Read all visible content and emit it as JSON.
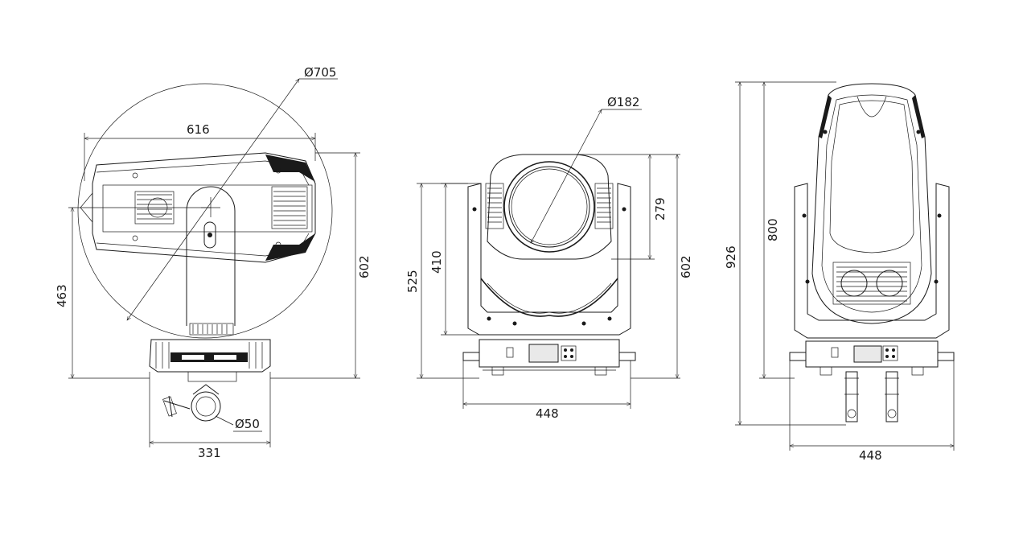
{
  "views": {
    "side": {
      "sweep_diameter": "Ø705",
      "head_length": "616",
      "total_height": "602",
      "pivot_height": "463",
      "base_width": "331",
      "clamp_diameter": "Ø50"
    },
    "front": {
      "lens_diameter": "Ø182",
      "head_height": "279",
      "total_height": "602",
      "yoke_height": "410",
      "arm_height": "525",
      "base_width": "448"
    },
    "back": {
      "max_height": "926",
      "body_height": "800",
      "base_width": "448"
    }
  },
  "colors": {
    "ink": "#1a1a1a",
    "background": "#ffffff"
  }
}
